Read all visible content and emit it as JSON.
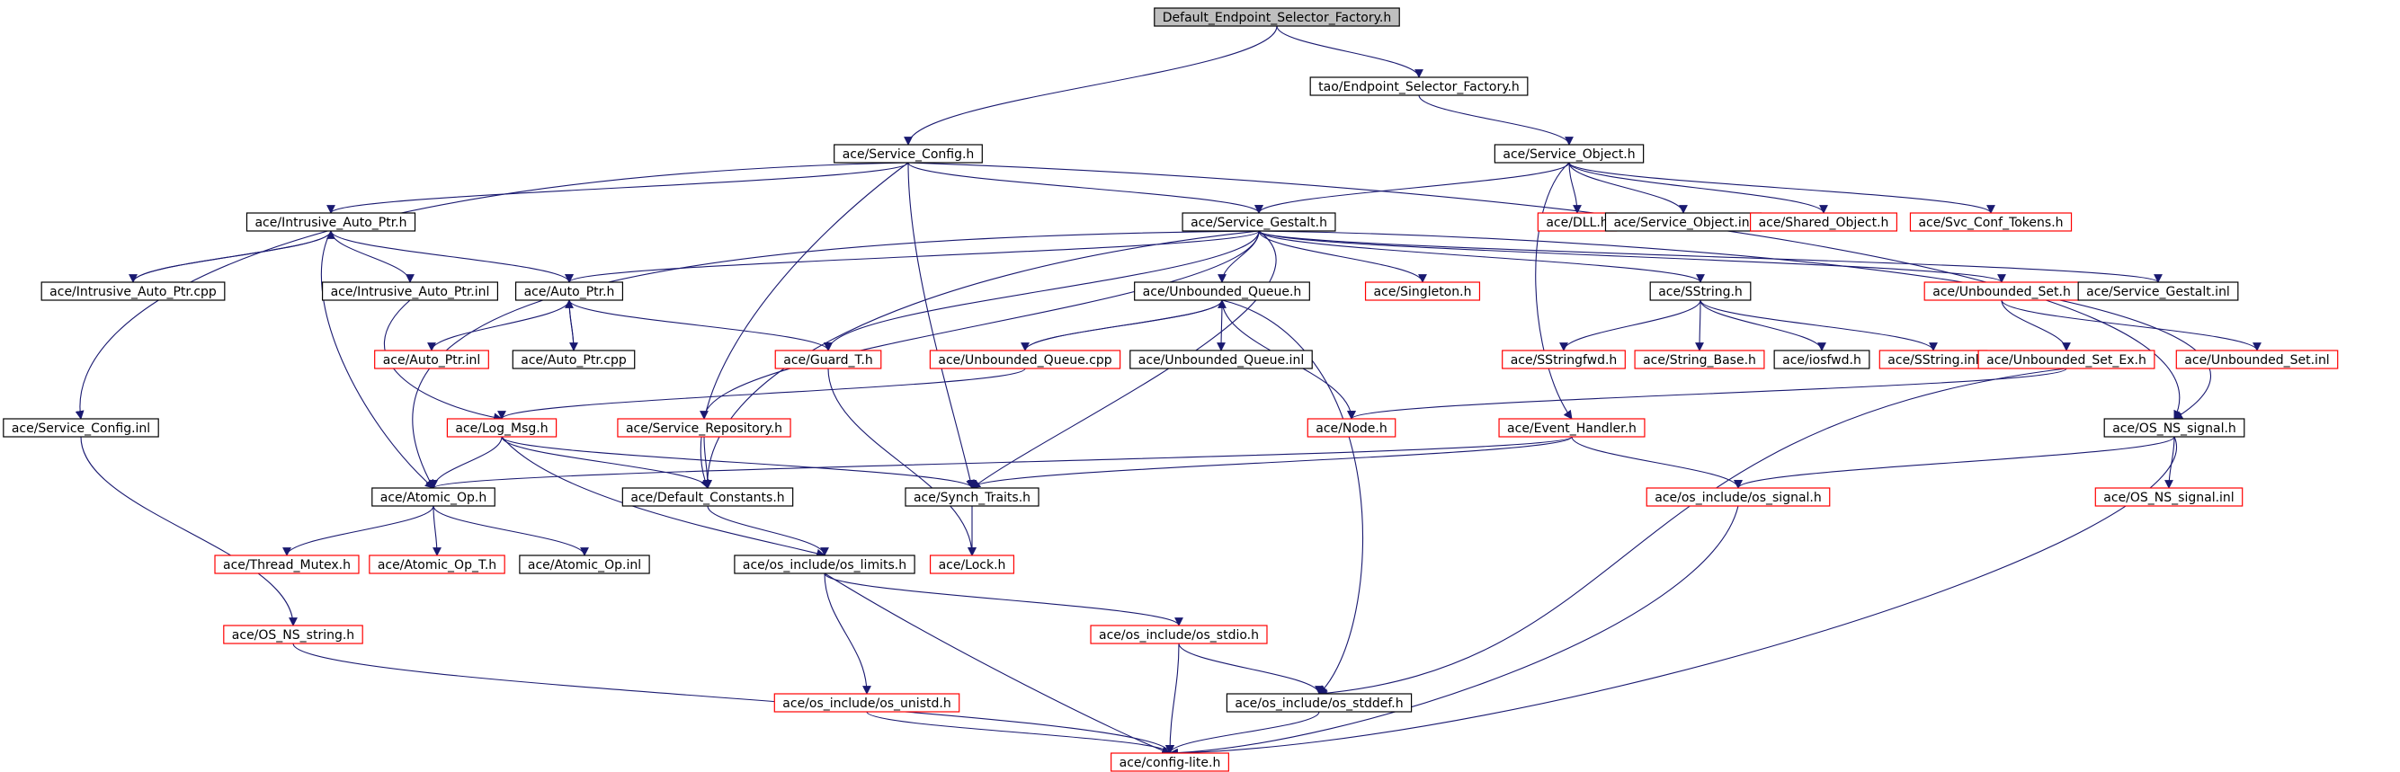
{
  "graph": {
    "colors": {
      "edge": "#191970",
      "node_border_normal": "#000000",
      "node_border_truncated": "#ff0000",
      "node_fill": "#ffffff",
      "root_fill": "#bfbfbf"
    },
    "nodes": [
      {
        "id": "n0",
        "label": "Default_Endpoint_Selector_Factory.h",
        "style": "root"
      },
      {
        "id": "n1",
        "label": "tao/Endpoint_Selector_Factory.h",
        "style": "normal"
      },
      {
        "id": "n2",
        "label": "ace/Service_Config.h",
        "style": "normal"
      },
      {
        "id": "n3",
        "label": "ace/Service_Object.h",
        "style": "normal"
      },
      {
        "id": "n4",
        "label": "ace/Intrusive_Auto_Ptr.h",
        "style": "normal"
      },
      {
        "id": "n5",
        "label": "ace/Service_Gestalt.h",
        "style": "normal"
      },
      {
        "id": "n6",
        "label": "ace/DLL.h",
        "style": "truncated"
      },
      {
        "id": "n7",
        "label": "ace/Service_Object.inl",
        "style": "normal"
      },
      {
        "id": "n8",
        "label": "ace/Shared_Object.h",
        "style": "truncated"
      },
      {
        "id": "n9",
        "label": "ace/Svc_Conf_Tokens.h",
        "style": "truncated"
      },
      {
        "id": "n10",
        "label": "ace/Intrusive_Auto_Ptr.cpp",
        "style": "normal"
      },
      {
        "id": "n11",
        "label": "ace/Intrusive_Auto_Ptr.inl",
        "style": "normal"
      },
      {
        "id": "n12",
        "label": "ace/Auto_Ptr.h",
        "style": "normal"
      },
      {
        "id": "n13",
        "label": "ace/Unbounded_Queue.h",
        "style": "normal"
      },
      {
        "id": "n14",
        "label": "ace/Singleton.h",
        "style": "truncated"
      },
      {
        "id": "n15",
        "label": "ace/SString.h",
        "style": "normal"
      },
      {
        "id": "n16",
        "label": "ace/Unbounded_Set.h",
        "style": "truncated"
      },
      {
        "id": "n17",
        "label": "ace/Service_Gestalt.inl",
        "style": "normal"
      },
      {
        "id": "n18",
        "label": "ace/Auto_Ptr.inl",
        "style": "truncated"
      },
      {
        "id": "n19",
        "label": "ace/Auto_Ptr.cpp",
        "style": "normal"
      },
      {
        "id": "n20",
        "label": "ace/Guard_T.h",
        "style": "truncated"
      },
      {
        "id": "n21",
        "label": "ace/Unbounded_Queue.cpp",
        "style": "truncated"
      },
      {
        "id": "n22",
        "label": "ace/Unbounded_Queue.inl",
        "style": "normal"
      },
      {
        "id": "n23",
        "label": "ace/SStringfwd.h",
        "style": "truncated"
      },
      {
        "id": "n24",
        "label": "ace/String_Base.h",
        "style": "truncated"
      },
      {
        "id": "n25",
        "label": "ace/iosfwd.h",
        "style": "normal"
      },
      {
        "id": "n26",
        "label": "ace/SString.inl",
        "style": "truncated"
      },
      {
        "id": "n27",
        "label": "ace/Unbounded_Set_Ex.h",
        "style": "truncated"
      },
      {
        "id": "n28",
        "label": "ace/Unbounded_Set.inl",
        "style": "truncated"
      },
      {
        "id": "n29",
        "label": "ace/Service_Config.inl",
        "style": "normal"
      },
      {
        "id": "n30",
        "label": "ace/Log_Msg.h",
        "style": "truncated"
      },
      {
        "id": "n31",
        "label": "ace/Service_Repository.h",
        "style": "truncated"
      },
      {
        "id": "n32",
        "label": "ace/Node.h",
        "style": "truncated"
      },
      {
        "id": "n33",
        "label": "ace/Event_Handler.h",
        "style": "truncated"
      },
      {
        "id": "n34",
        "label": "ace/OS_NS_signal.h",
        "style": "normal"
      },
      {
        "id": "n35",
        "label": "ace/Atomic_Op.h",
        "style": "normal"
      },
      {
        "id": "n36",
        "label": "ace/Default_Constants.h",
        "style": "normal"
      },
      {
        "id": "n37",
        "label": "ace/Synch_Traits.h",
        "style": "normal"
      },
      {
        "id": "n38",
        "label": "ace/os_include/os_signal.h",
        "style": "truncated"
      },
      {
        "id": "n39",
        "label": "ace/OS_NS_signal.inl",
        "style": "truncated"
      },
      {
        "id": "n40",
        "label": "ace/Thread_Mutex.h",
        "style": "truncated"
      },
      {
        "id": "n41",
        "label": "ace/Atomic_Op_T.h",
        "style": "truncated"
      },
      {
        "id": "n42",
        "label": "ace/Atomic_Op.inl",
        "style": "normal"
      },
      {
        "id": "n43",
        "label": "ace/os_include/os_limits.h",
        "style": "normal"
      },
      {
        "id": "n44",
        "label": "ace/Lock.h",
        "style": "truncated"
      },
      {
        "id": "n45",
        "label": "ace/OS_NS_string.h",
        "style": "truncated"
      },
      {
        "id": "n46",
        "label": "ace/os_include/os_stdio.h",
        "style": "truncated"
      },
      {
        "id": "n47",
        "label": "ace/os_include/os_unistd.h",
        "style": "truncated"
      },
      {
        "id": "n48",
        "label": "ace/os_include/os_stddef.h",
        "style": "normal"
      },
      {
        "id": "n49",
        "label": "ace/config-lite.h",
        "style": "truncated"
      }
    ],
    "edges": [
      {
        "from": "n0",
        "to": "n1"
      },
      {
        "from": "n0",
        "to": "n2"
      },
      {
        "from": "n1",
        "to": "n3"
      },
      {
        "from": "n2",
        "to": "n4"
      },
      {
        "from": "n2",
        "to": "n5"
      },
      {
        "from": "n2",
        "to": "n29"
      },
      {
        "from": "n2",
        "to": "n36"
      },
      {
        "from": "n2",
        "to": "n37"
      },
      {
        "from": "n2",
        "to": "n34"
      },
      {
        "from": "n3",
        "to": "n5"
      },
      {
        "from": "n3",
        "to": "n6"
      },
      {
        "from": "n3",
        "to": "n7"
      },
      {
        "from": "n3",
        "to": "n8"
      },
      {
        "from": "n3",
        "to": "n9"
      },
      {
        "from": "n3",
        "to": "n33"
      },
      {
        "from": "n4",
        "to": "n10"
      },
      {
        "from": "n4",
        "to": "n11"
      },
      {
        "from": "n4",
        "to": "n12"
      },
      {
        "from": "n4",
        "to": "n35"
      },
      {
        "from": "n10",
        "to": "n4"
      },
      {
        "from": "n11",
        "to": "n30"
      },
      {
        "from": "n5",
        "to": "n12"
      },
      {
        "from": "n5",
        "to": "n13"
      },
      {
        "from": "n5",
        "to": "n14"
      },
      {
        "from": "n5",
        "to": "n15"
      },
      {
        "from": "n5",
        "to": "n16"
      },
      {
        "from": "n5",
        "to": "n17"
      },
      {
        "from": "n5",
        "to": "n20"
      },
      {
        "from": "n5",
        "to": "n31"
      },
      {
        "from": "n5",
        "to": "n35"
      },
      {
        "from": "n5",
        "to": "n36"
      },
      {
        "from": "n5",
        "to": "n37"
      },
      {
        "from": "n5",
        "to": "n34"
      },
      {
        "from": "n12",
        "to": "n18"
      },
      {
        "from": "n12",
        "to": "n19"
      },
      {
        "from": "n12",
        "to": "n20"
      },
      {
        "from": "n19",
        "to": "n12"
      },
      {
        "from": "n13",
        "to": "n21"
      },
      {
        "from": "n13",
        "to": "n22"
      },
      {
        "from": "n13",
        "to": "n32"
      },
      {
        "from": "n13",
        "to": "n48"
      },
      {
        "from": "n21",
        "to": "n13"
      },
      {
        "from": "n21",
        "to": "n30"
      },
      {
        "from": "n15",
        "to": "n23"
      },
      {
        "from": "n15",
        "to": "n24"
      },
      {
        "from": "n15",
        "to": "n25"
      },
      {
        "from": "n15",
        "to": "n26"
      },
      {
        "from": "n16",
        "to": "n27"
      },
      {
        "from": "n16",
        "to": "n28"
      },
      {
        "from": "n27",
        "to": "n32"
      },
      {
        "from": "n27",
        "to": "n48"
      },
      {
        "from": "n20",
        "to": "n44"
      },
      {
        "from": "n30",
        "to": "n35"
      },
      {
        "from": "n30",
        "to": "n36"
      },
      {
        "from": "n30",
        "to": "n37"
      },
      {
        "from": "n30",
        "to": "n43"
      },
      {
        "from": "n31",
        "to": "n36"
      },
      {
        "from": "n33",
        "to": "n35"
      },
      {
        "from": "n33",
        "to": "n37"
      },
      {
        "from": "n33",
        "to": "n38"
      },
      {
        "from": "n34",
        "to": "n38"
      },
      {
        "from": "n34",
        "to": "n39"
      },
      {
        "from": "n34",
        "to": "n49"
      },
      {
        "from": "n35",
        "to": "n40"
      },
      {
        "from": "n35",
        "to": "n41"
      },
      {
        "from": "n35",
        "to": "n42"
      },
      {
        "from": "n36",
        "to": "n43"
      },
      {
        "from": "n37",
        "to": "n44"
      },
      {
        "from": "n29",
        "to": "n45"
      },
      {
        "from": "n45",
        "to": "n49"
      },
      {
        "from": "n43",
        "to": "n46"
      },
      {
        "from": "n43",
        "to": "n47"
      },
      {
        "from": "n43",
        "to": "n49"
      },
      {
        "from": "n46",
        "to": "n48"
      },
      {
        "from": "n46",
        "to": "n49"
      },
      {
        "from": "n47",
        "to": "n49"
      },
      {
        "from": "n48",
        "to": "n49"
      },
      {
        "from": "n38",
        "to": "n49"
      }
    ]
  }
}
